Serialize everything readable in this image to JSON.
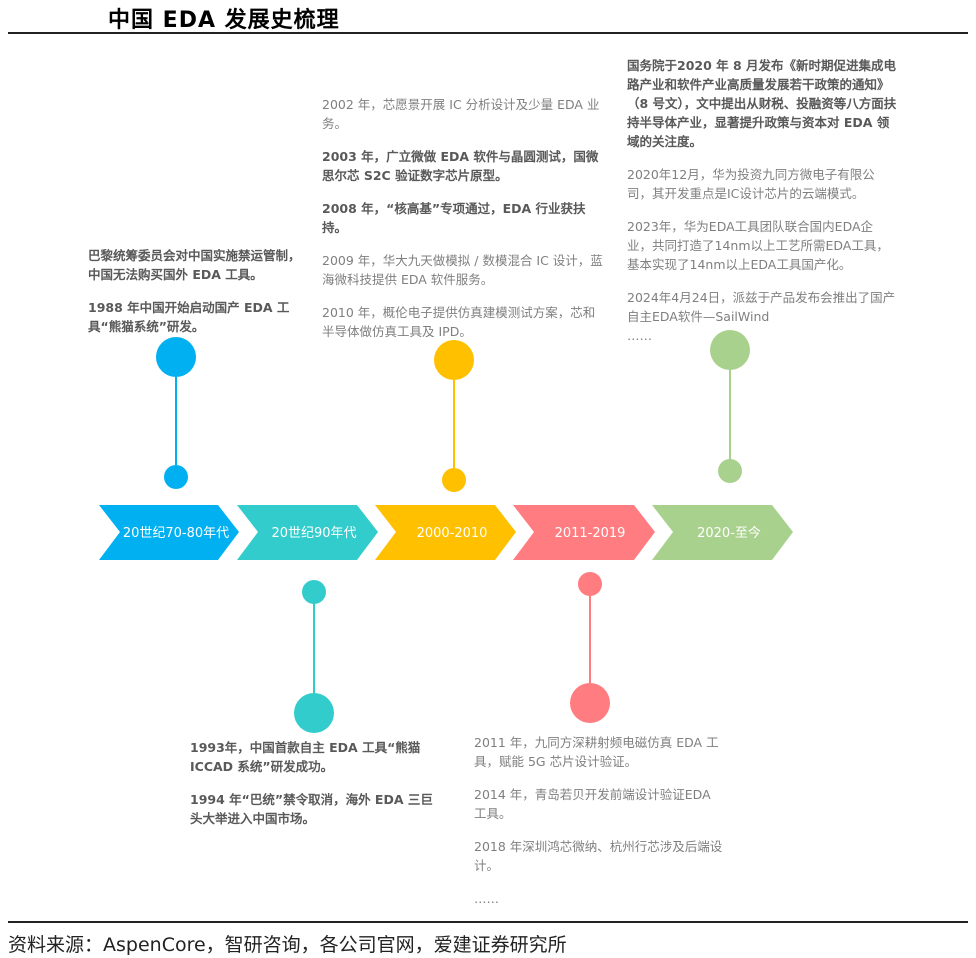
{
  "title": "中国 EDA 发展史梳理",
  "colors": {
    "era1": "#00B0F0",
    "era2": "#33CCCC",
    "era3": "#FFC000",
    "era4": "#FF7C80",
    "era5": "#A9D18E"
  },
  "eras": [
    {
      "label": "20世纪70-80年代"
    },
    {
      "label": "20世纪90年代"
    },
    {
      "label": "2000-2010"
    },
    {
      "label": "2011-2019"
    },
    {
      "label": "2020-至今"
    }
  ],
  "events": {
    "era1": [
      "巴黎统筹委员会对中国实施禁运管制，中国无法购买国外 EDA 工具。",
      "1988 年中国开始启动国产 EDA 工具“熊猫系统”研发。"
    ],
    "era2": [
      "1993年，中国首款自主 EDA 工具“熊猫ICCAD 系统”研发成功。",
      "1994 年“巴统”禁令取消，海外 EDA 三巨头大举进入中国市场。"
    ],
    "era3": [
      "2002 年，芯愿景开展 IC 分析设计及少量 EDA 业务。",
      "2003 年，广立微做 EDA 软件与晶圆测试，国微思尔芯 S2C 验证数字芯片原型。",
      "2008 年，“核高基”专项通过，EDA 行业获扶持。",
      "2009 年，华大九天做模拟 / 数模混合 IC 设计，蓝海微科技提供 EDA 软件服务。",
      "2010 年，概伦电子提供仿真建模测试方案，芯和半导体做仿真工具及 IPD。"
    ],
    "era4": [
      "2011 年，九同方深耕射频电磁仿真 EDA 工具，赋能 5G 芯片设计验证。",
      "2014 年，青岛若贝开发前端设计验证EDA 工具。",
      "2018 年深圳鸿芯微纳、杭州行芯涉及后端设计。",
      "……"
    ],
    "era5": [
      "国务院于2020 年 8 月发布《新时期促进集成电路产业和软件产业高质量发展若干政策的通知》（8 号文），文中提出从财税、投融资等八方面扶持半导体产业，显著提升政策与资本对 EDA 领域的关注度。",
      "2020年12月，华为投资九同方微电子有限公司，其开发重点是IC设计芯片的云端模式。",
      "2023年，华为EDA工具团队联合国内EDA企业，共同打造了14nm以上工艺所需EDA工具，基本实现了14nm以上EDA工具国产化。",
      "2024年4月24日，派兹于产品发布会推出了国产自主EDA软件—SailWind",
      "……"
    ]
  },
  "source": "资料来源：AspenCore，智研咨询，各公司官网，爱建证券研究所"
}
